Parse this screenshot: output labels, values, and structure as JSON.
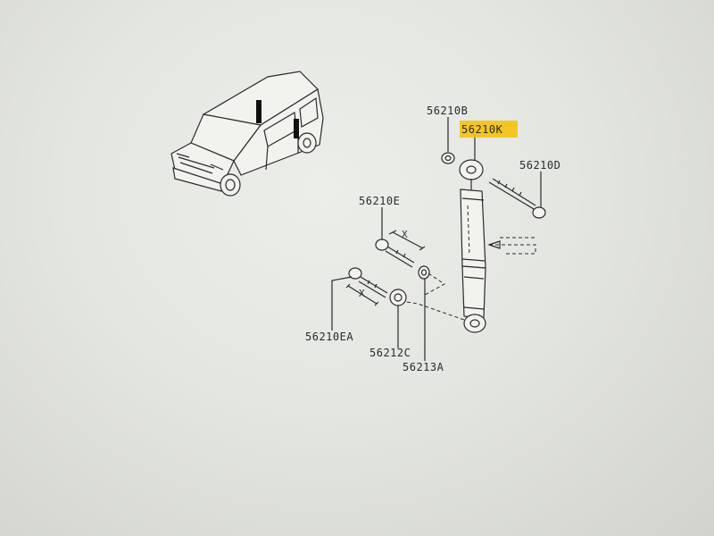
{
  "parts": [
    {
      "id": "part-56210b",
      "label": "56210B"
    },
    {
      "id": "part-56210k",
      "label": "56210K",
      "highlight": "#f4c20d"
    },
    {
      "id": "part-56210d",
      "label": "56210D"
    },
    {
      "id": "part-56210e",
      "label": "56210E"
    },
    {
      "id": "part-56210ea",
      "label": "56210EA"
    },
    {
      "id": "part-56212c",
      "label": "56212C"
    },
    {
      "id": "part-56213a",
      "label": "56213A"
    }
  ],
  "dimension_marks": [
    "X",
    "X"
  ],
  "colors": {
    "highlight": "#f4c20d",
    "ink": "#2b2b2b",
    "marker": "#111111"
  }
}
